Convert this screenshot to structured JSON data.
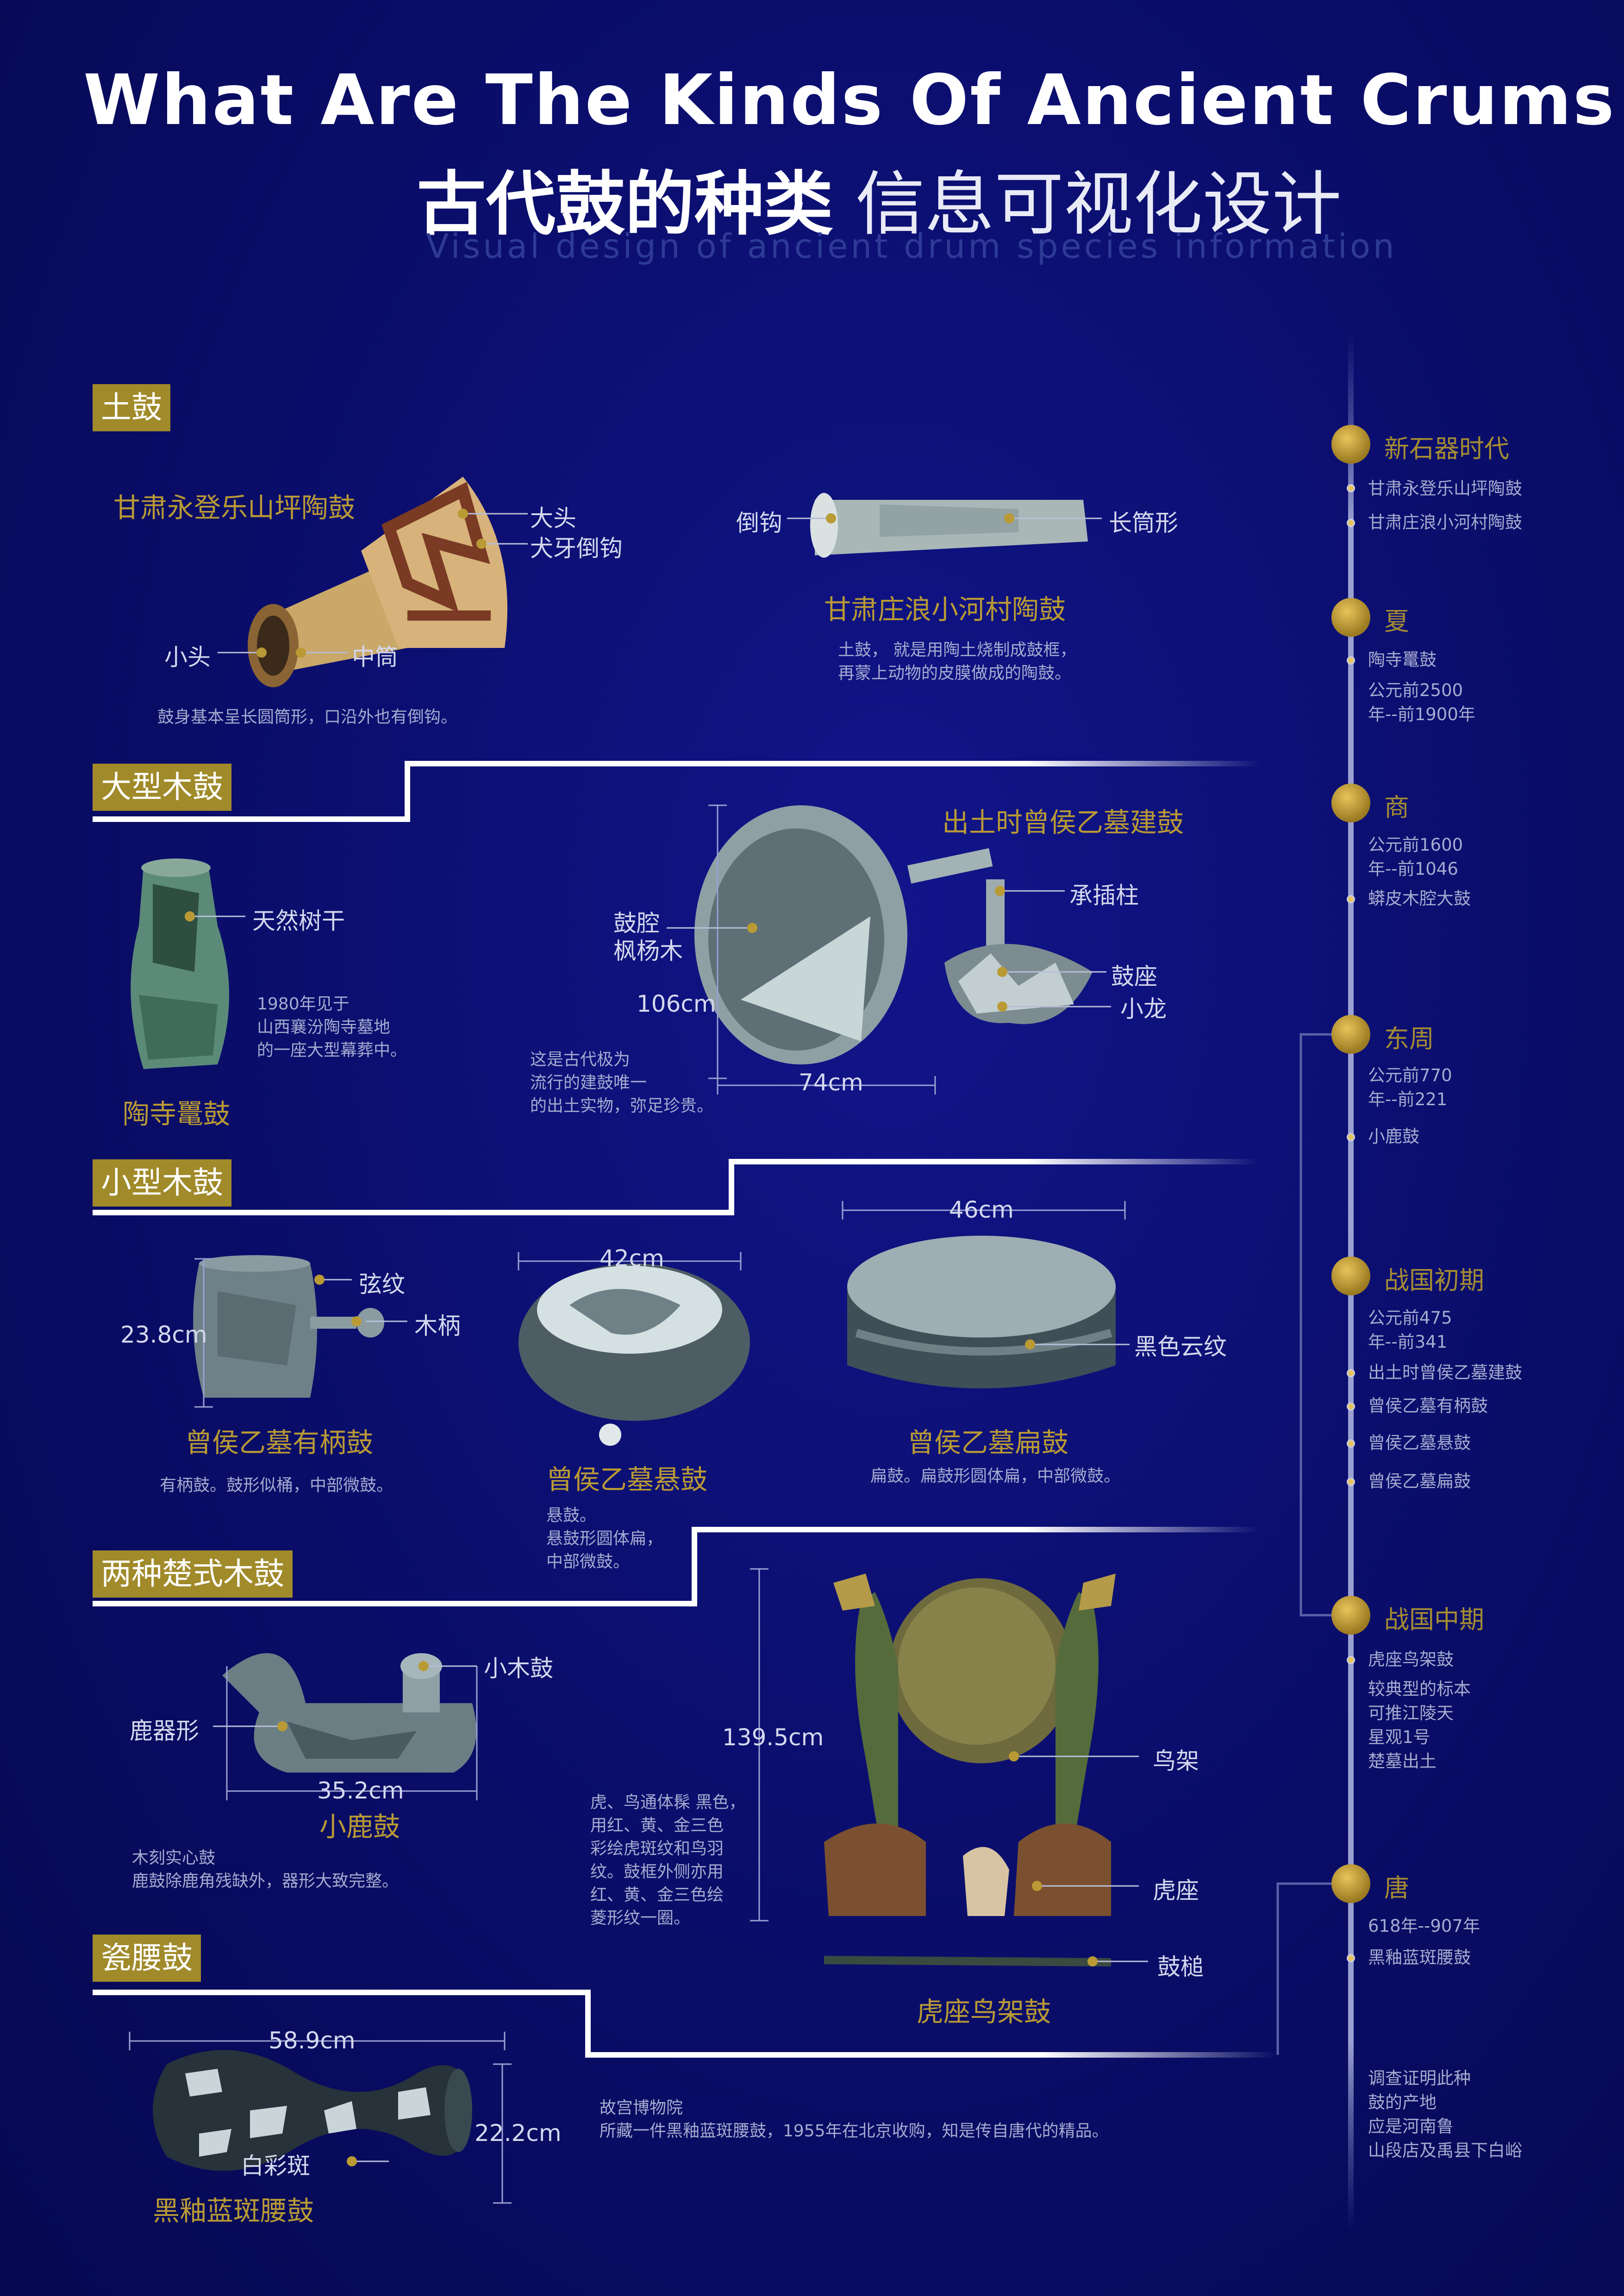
{
  "header": {
    "title_en": "What Are The Kinds Of Ancient Crums",
    "title_cn_bold": "古代鼓的种类",
    "title_cn_light": "信息可视化设计",
    "subtitle": "Visual design of ancient drum species information"
  },
  "sections": {
    "tugu": {
      "label": "土鼓",
      "drum1": {
        "name": "甘肃永登乐山坪陶鼓",
        "callouts": [
          "大头",
          "犬牙倒钩",
          "小头",
          "中筒"
        ],
        "note": "鼓身基本呈长圆筒形，口沿外也有倒钩。"
      },
      "drum2": {
        "name": "甘肃庄浪小河村陶鼓",
        "callouts": [
          "倒钩",
          "长筒形"
        ],
        "note_lines": [
          "土鼓， 就是用陶土烧制成鼓框，",
          "再蒙上动物的皮膜做成的陶鼓。"
        ]
      }
    },
    "damugu": {
      "label": "大型木鼓",
      "drum1": {
        "name": "陶寺鼍鼓",
        "callouts": [
          "天然树干"
        ],
        "note_lines": [
          "1980年见于",
          "山西襄汾陶寺墓地",
          "的一座大型幕葬中。"
        ]
      },
      "drum2": {
        "name": "出土时曾侯乙墓建鼓",
        "callouts": [
          "承插柱",
          "鼓座",
          "小龙"
        ],
        "callout_cavity": [
          "鼓腔",
          "枫杨木"
        ],
        "height": "106cm",
        "width": "74cm",
        "note_lines": [
          "这是古代极为",
          "流行的建鼓唯一",
          "的出土实物，弥足珍贵。"
        ]
      }
    },
    "xiaomugu": {
      "label": "小型木鼓",
      "drum1": {
        "name": "曾侯乙墓有柄鼓",
        "callouts": [
          "弦纹",
          "木柄"
        ],
        "height": "23.8cm",
        "note": "有柄鼓。鼓形似桶，中部微鼓。"
      },
      "drum2": {
        "name": "曾侯乙墓悬鼓",
        "width": "42cm",
        "note_lines": [
          "悬鼓。",
          "悬鼓形圆体扁，",
          "中部微鼓。"
        ]
      },
      "drum3": {
        "name": "曾侯乙墓扁鼓",
        "callouts": [
          "黑色云纹"
        ],
        "width": "46cm",
        "note": "扁鼓。扁鼓形圆体扁，中部微鼓。"
      }
    },
    "chushi": {
      "label": "两种楚式木鼓",
      "drum1": {
        "name": "小鹿鼓",
        "callouts": [
          "小木鼓",
          "鹿器形"
        ],
        "width": "35.2cm",
        "note_lines": [
          "木刻实心鼓",
          "鹿鼓除鹿角残缺外，器形大致完整。"
        ]
      },
      "drum2": {
        "name": "虎座鸟架鼓",
        "callouts": [
          "鸟架",
          "虎座",
          "鼓槌"
        ],
        "height": "139.5cm",
        "note_lines": [
          "虎、鸟通体髹 黑色，",
          "用红、黄、金三色",
          "彩绘虎斑纹和鸟羽",
          "纹。鼓框外侧亦用",
          "红、黄、金三色绘",
          "菱形纹一圈。"
        ]
      }
    },
    "ciyao": {
      "label": "瓷腰鼓",
      "drum1": {
        "name": "黑釉蓝斑腰鼓",
        "callouts": [
          "白彩斑"
        ],
        "width": "58.9cm",
        "height": "22.2cm",
        "note_lines": [
          "故宫博物院",
          "所藏一件黑釉蓝斑腰鼓，1955年在北京收购，知是传自唐代的精品。"
        ]
      }
    }
  },
  "timeline": [
    {
      "era": "新石器时代",
      "items": [
        "甘肃永登乐山坪陶鼓",
        "甘肃庄浪小河村陶鼓"
      ]
    },
    {
      "era": "夏",
      "items": [
        "陶寺鼍鼓",
        "公元前2500\n年--前1900年"
      ]
    },
    {
      "era": "商",
      "items": [
        "公元前1600\n年--前1046",
        "蟒皮木腔大鼓"
      ]
    },
    {
      "era": "东周",
      "items": [
        "公元前770\n年--前221",
        "小鹿鼓"
      ]
    },
    {
      "era": "战国初期",
      "items": [
        "公元前475\n年--前341",
        "出土时曾侯乙墓建鼓",
        "曾侯乙墓有柄鼓",
        "曾侯乙墓悬鼓",
        "曾侯乙墓扁鼓"
      ]
    },
    {
      "era": "战国中期",
      "items": [
        "虎座鸟架鼓",
        "较典型的标本\n可推江陵天\n星观1号\n楚墓出土"
      ]
    },
    {
      "era": "唐",
      "items": [
        "618年--907年",
        "黑釉蓝斑腰鼓"
      ]
    }
  ],
  "footer_note_lines": [
    "调查证明此种",
    "鼓的产地",
    "应是河南鲁",
    "山段店及禹县下白峪"
  ],
  "colors": {
    "background": "#0a0d68",
    "gold": "#b99a35",
    "label_bg": "#a08a2a"
  }
}
